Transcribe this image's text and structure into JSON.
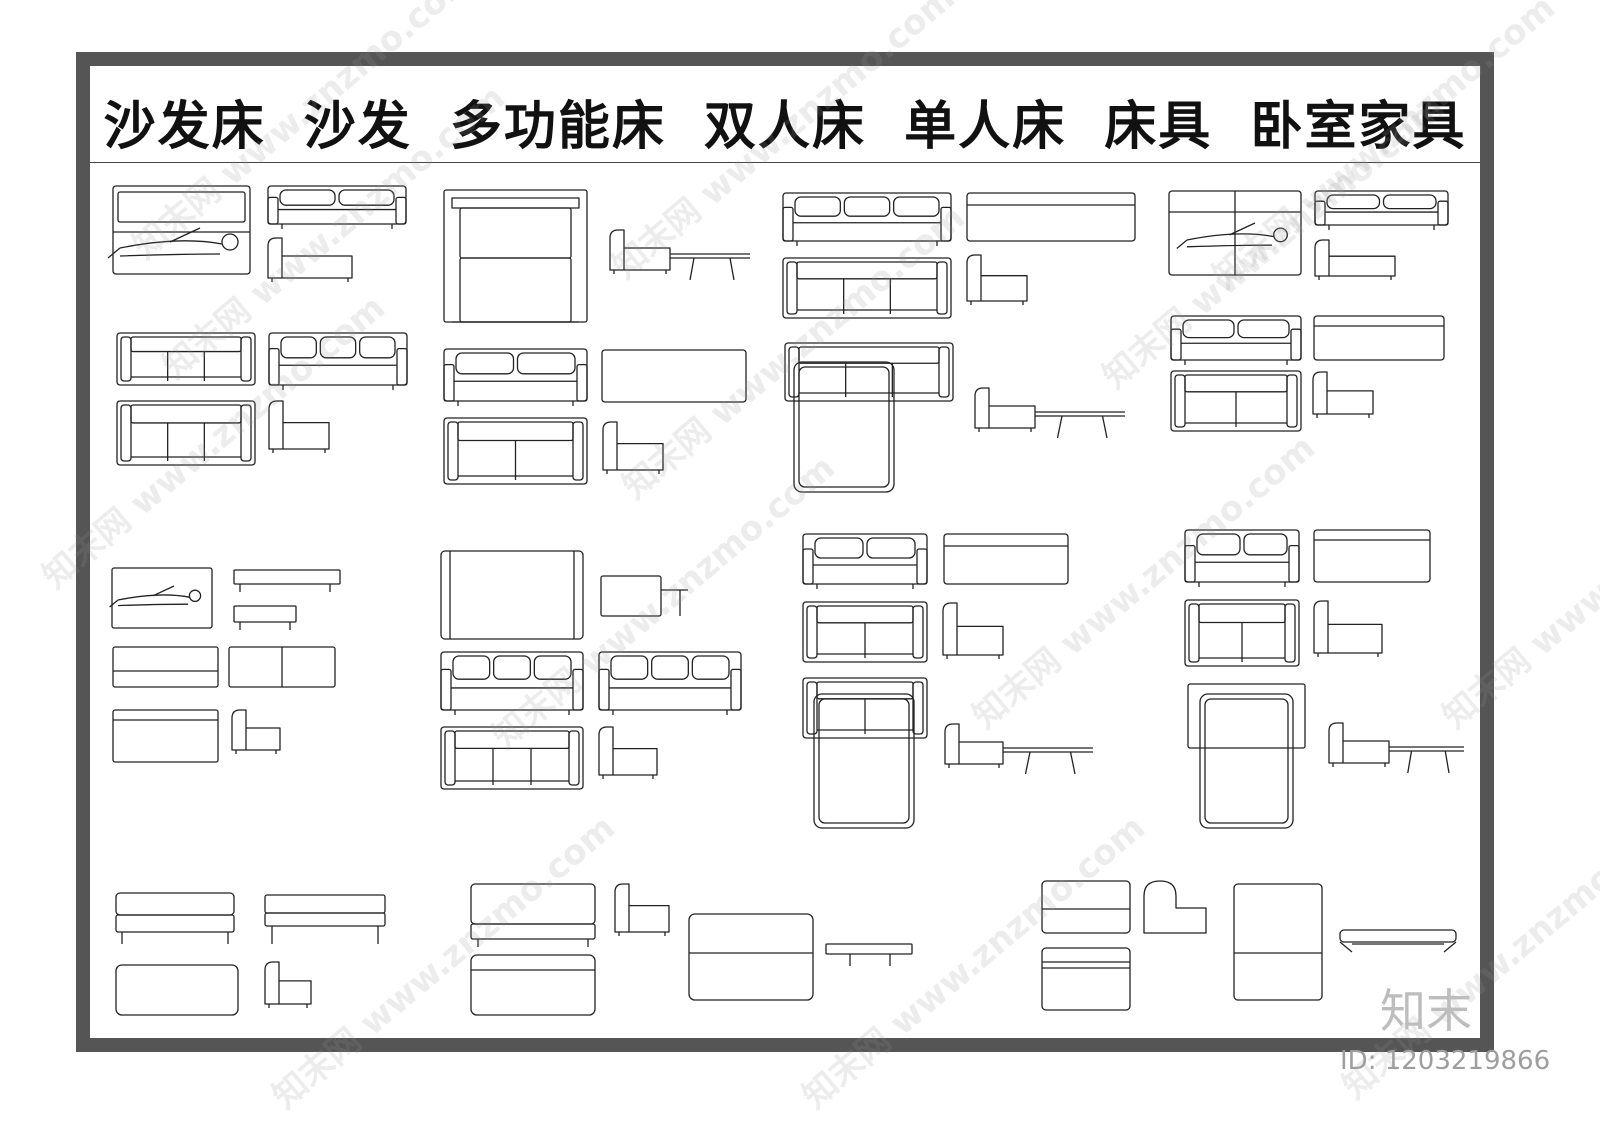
{
  "title_terms": [
    "沙发床",
    "沙发",
    "多功能床",
    "双人床",
    "单人床",
    "床具",
    "卧室家具"
  ],
  "watermark": {
    "site": "www.znzmo.com",
    "brand_cn": "知末网"
  },
  "brand_mark": "知末",
  "asset_id": "ID: 1203219866",
  "colors": {
    "frame": "#555555",
    "line": "#222222",
    "paper": "#ffffff"
  },
  "sets": [
    {
      "label": "sofa-bed-set-1",
      "icons": [
        "person-icon"
      ]
    },
    {
      "label": "sofa-bed-set-2",
      "icons": []
    },
    {
      "label": "sofa-bed-set-3",
      "icons": []
    },
    {
      "label": "sofa-bed-set-4",
      "icons": [
        "person-icon"
      ]
    },
    {
      "label": "sofa-bed-set-5",
      "icons": [
        "person-icon"
      ]
    },
    {
      "label": "sofa-bed-set-6",
      "icons": []
    },
    {
      "label": "sofa-bed-set-7",
      "icons": []
    },
    {
      "label": "sofa-bed-set-8",
      "icons": []
    },
    {
      "label": "sofa-bed-set-9",
      "icons": []
    },
    {
      "label": "sofa-bed-set-10",
      "icons": []
    },
    {
      "label": "sofa-bed-set-11",
      "icons": []
    }
  ]
}
